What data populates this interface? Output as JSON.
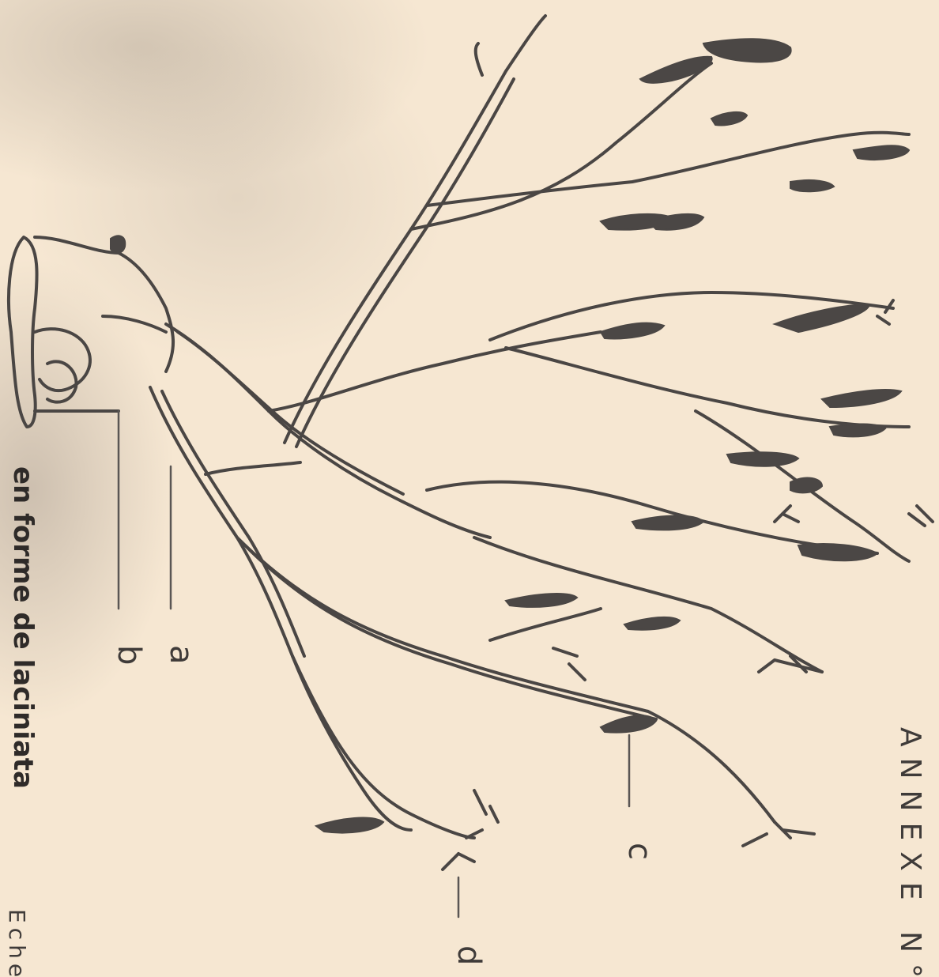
{
  "annex_title": "ANNEXE N°",
  "caption_left": "en forme de laciniata",
  "caption_bottom": "Eche",
  "labels": {
    "a": "a",
    "b": "b",
    "c": "c",
    "d": "d"
  },
  "colors": {
    "paper": "#f6e7d2",
    "ink": "#4a4644"
  }
}
